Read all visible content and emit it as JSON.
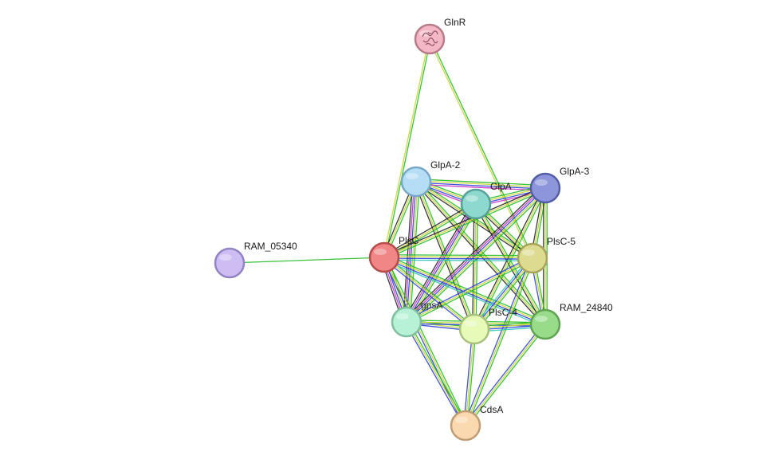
{
  "nodes": [
    {
      "id": "GlnR",
      "label": "GlnR",
      "color": "#f4b8c4",
      "stroke": "#b87c88",
      "has_structure_icon": true
    },
    {
      "id": "GlpA-2",
      "label": "GlpA-2",
      "color": "#b5def6",
      "stroke": "#79a8c6"
    },
    {
      "id": "GlpA",
      "label": "GlpA",
      "color": "#8ed9cf",
      "stroke": "#55a197"
    },
    {
      "id": "GlpA-3",
      "label": "GlpA-3",
      "color": "#8d96db",
      "stroke": "#545ea6"
    },
    {
      "id": "RAM_05340",
      "label": "RAM_05340",
      "color": "#cdbdf3",
      "stroke": "#9383c4"
    },
    {
      "id": "PlsC",
      "label": "PlsC",
      "color": "#f08686",
      "stroke": "#b84a4a"
    },
    {
      "id": "PlsC-5",
      "label": "PlsC-5",
      "color": "#dcdb90",
      "stroke": "#a6a45a"
    },
    {
      "id": "gpsA",
      "label": "gpsA",
      "color": "#b8f2d6",
      "stroke": "#7fbf9f"
    },
    {
      "id": "PlsC-4",
      "label": "PlsC-4",
      "color": "#e6fbb8",
      "stroke": "#a9c07d"
    },
    {
      "id": "RAM_24840",
      "label": "RAM_24840",
      "color": "#98dc8a",
      "stroke": "#5fa352"
    },
    {
      "id": "CdsA",
      "label": "CdsA",
      "color": "#fbd9b0",
      "stroke": "#c09c72"
    }
  ],
  "edge_colors": {
    "green": "#22bb22",
    "yellow": "#c9d431",
    "blue": "#2b3fd9",
    "magenta": "#c52fc7",
    "black": "#222222",
    "cyan": "#2ec4b6"
  },
  "edges": [
    {
      "source": "GlnR",
      "target": "PlsC",
      "types": [
        "green",
        "yellow"
      ]
    },
    {
      "source": "GlnR",
      "target": "PlsC-5",
      "types": [
        "green",
        "yellow"
      ]
    },
    {
      "source": "RAM_05340",
      "target": "PlsC",
      "types": [
        "green"
      ]
    },
    {
      "source": "GlpA-2",
      "target": "GlpA",
      "types": [
        "green",
        "yellow",
        "blue",
        "magenta"
      ]
    },
    {
      "source": "GlpA-2",
      "target": "GlpA-3",
      "types": [
        "green",
        "yellow",
        "blue",
        "magenta"
      ]
    },
    {
      "source": "GlpA-2",
      "target": "PlsC",
      "types": [
        "green",
        "yellow",
        "black"
      ]
    },
    {
      "source": "GlpA-2",
      "target": "PlsC-5",
      "types": [
        "green",
        "yellow",
        "black"
      ]
    },
    {
      "source": "GlpA-2",
      "target": "gpsA",
      "types": [
        "green",
        "yellow",
        "blue",
        "magenta",
        "black"
      ]
    },
    {
      "source": "GlpA-2",
      "target": "PlsC-4",
      "types": [
        "green",
        "yellow",
        "black"
      ]
    },
    {
      "source": "GlpA-2",
      "target": "RAM_24840",
      "types": [
        "green",
        "yellow",
        "black"
      ]
    },
    {
      "source": "GlpA",
      "target": "GlpA-3",
      "types": [
        "green",
        "yellow",
        "blue",
        "magenta"
      ]
    },
    {
      "source": "GlpA",
      "target": "PlsC",
      "types": [
        "green",
        "yellow",
        "black"
      ]
    },
    {
      "source": "GlpA",
      "target": "PlsC-5",
      "types": [
        "green",
        "yellow",
        "black"
      ]
    },
    {
      "source": "GlpA",
      "target": "gpsA",
      "types": [
        "green",
        "yellow",
        "blue",
        "magenta",
        "black"
      ]
    },
    {
      "source": "GlpA",
      "target": "PlsC-4",
      "types": [
        "green",
        "yellow",
        "black"
      ]
    },
    {
      "source": "GlpA",
      "target": "RAM_24840",
      "types": [
        "green",
        "yellow",
        "black"
      ]
    },
    {
      "source": "GlpA-3",
      "target": "PlsC",
      "types": [
        "green",
        "yellow",
        "black"
      ]
    },
    {
      "source": "GlpA-3",
      "target": "PlsC-5",
      "types": [
        "green",
        "yellow",
        "black"
      ]
    },
    {
      "source": "GlpA-3",
      "target": "gpsA",
      "types": [
        "green",
        "yellow",
        "blue",
        "magenta",
        "black"
      ]
    },
    {
      "source": "GlpA-3",
      "target": "PlsC-4",
      "types": [
        "green",
        "yellow",
        "black"
      ]
    },
    {
      "source": "GlpA-3",
      "target": "RAM_24840",
      "types": [
        "green",
        "yellow",
        "black"
      ]
    },
    {
      "source": "PlsC",
      "target": "PlsC-5",
      "types": [
        "green",
        "yellow",
        "blue",
        "cyan"
      ]
    },
    {
      "source": "PlsC",
      "target": "gpsA",
      "types": [
        "green",
        "yellow",
        "blue",
        "magenta",
        "black"
      ]
    },
    {
      "source": "PlsC",
      "target": "PlsC-4",
      "types": [
        "green",
        "yellow",
        "blue"
      ]
    },
    {
      "source": "PlsC",
      "target": "RAM_24840",
      "types": [
        "green",
        "yellow",
        "blue",
        "cyan"
      ]
    },
    {
      "source": "PlsC",
      "target": "CdsA",
      "types": [
        "green",
        "yellow",
        "blue"
      ]
    },
    {
      "source": "PlsC-5",
      "target": "gpsA",
      "types": [
        "green",
        "yellow",
        "blue"
      ]
    },
    {
      "source": "PlsC-5",
      "target": "PlsC-4",
      "types": [
        "green",
        "yellow",
        "blue",
        "cyan"
      ]
    },
    {
      "source": "PlsC-5",
      "target": "RAM_24840",
      "types": [
        "green",
        "yellow",
        "blue"
      ]
    },
    {
      "source": "PlsC-5",
      "target": "CdsA",
      "types": [
        "green",
        "yellow",
        "blue"
      ]
    },
    {
      "source": "gpsA",
      "target": "PlsC-4",
      "types": [
        "green",
        "yellow",
        "blue"
      ]
    },
    {
      "source": "gpsA",
      "target": "RAM_24840",
      "types": [
        "green",
        "yellow",
        "blue"
      ]
    },
    {
      "source": "gpsA",
      "target": "CdsA",
      "types": [
        "green",
        "yellow",
        "blue"
      ]
    },
    {
      "source": "PlsC-4",
      "target": "RAM_24840",
      "types": [
        "green",
        "yellow",
        "blue",
        "cyan"
      ]
    },
    {
      "source": "PlsC-4",
      "target": "CdsA",
      "types": [
        "green",
        "yellow",
        "blue"
      ]
    },
    {
      "source": "RAM_24840",
      "target": "CdsA",
      "types": [
        "green",
        "yellow",
        "blue"
      ]
    }
  ]
}
